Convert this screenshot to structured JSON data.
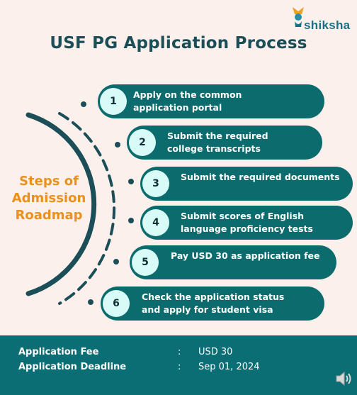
{
  "brand": {
    "name": "shiksha"
  },
  "title": "USF PG Application Process",
  "side_label": [
    "Steps of",
    "Admission",
    "Roadmap"
  ],
  "steps": [
    {
      "number": "1",
      "text": "Apply on the common application portal"
    },
    {
      "number": "2",
      "text": "Submit the required college transcripts"
    },
    {
      "number": "3",
      "text": "Submit the required documents"
    },
    {
      "number": "4",
      "text": "Submit scores of English language proficiency tests"
    },
    {
      "number": "5",
      "text": "Pay USD 30 as application fee"
    },
    {
      "number": "6",
      "text": "Check the application status and apply for student visa"
    }
  ],
  "footer": {
    "rows": [
      {
        "label": "Application Fee",
        "colon": ":",
        "value": "USD 30"
      },
      {
        "label": "Application Deadline",
        "colon": ":",
        "value": "Sep 01, 2024"
      }
    ]
  },
  "colors": {
    "background": "#fbf0ec",
    "title": "#1b4e57",
    "step_fill": "#0c6b6c",
    "number_circle": "#d9fbf8",
    "side_label": "#e9911c",
    "footer": "#0c6e75"
  },
  "icons": [
    "shiksha-logo-icon",
    "speaker-icon"
  ]
}
